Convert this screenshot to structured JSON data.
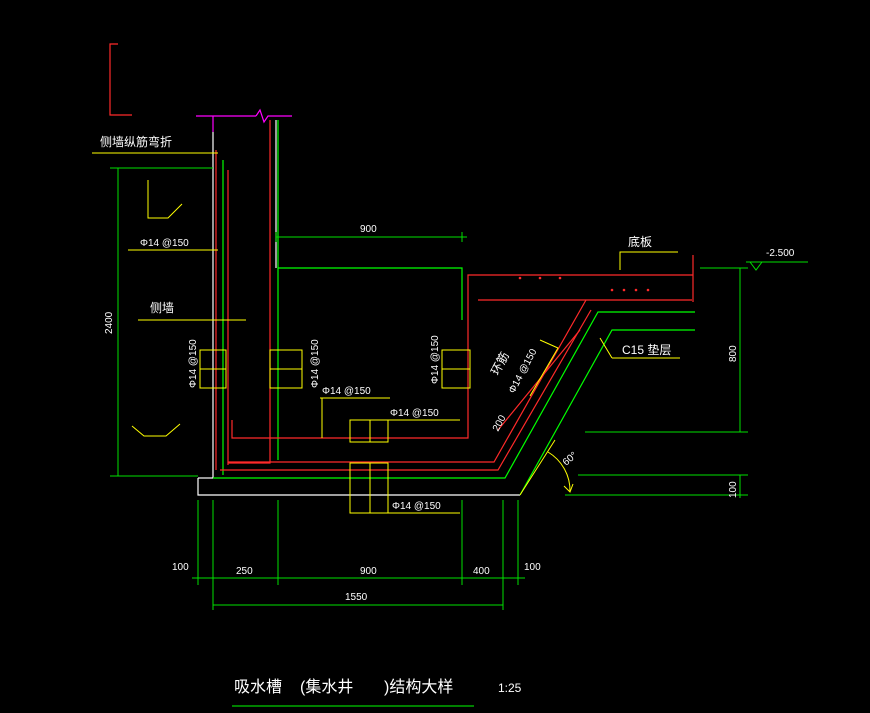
{
  "colors": {
    "background": "#000000",
    "rebar": "#ff2a2a",
    "concrete": "#ffffff",
    "green_line": "#00ff00",
    "dim_line": "#00e000",
    "leader": "#ffff00",
    "magenta": "#ff00ff",
    "text": "#ffffff"
  },
  "labels": {
    "side_wall_bend": "侧墙纵筋弯折",
    "rebar_top_left": "Φ14 @150",
    "side_wall": "侧墙",
    "rebar_v_left": "Φ14 @150",
    "rebar_v_mid": "Φ14 @150",
    "rebar_v_right": "Φ14 @150",
    "rebar_bottom_a": "Φ14 @150",
    "rebar_bottom_b": "Φ14 @150",
    "rebar_bottom_c": "Φ14 @150",
    "base_slab": "底板",
    "elevation": "-2.500",
    "ring_bar": "环筋",
    "ring_bar_spec": "Φ14 @150",
    "cushion": "C15    垫层",
    "dim_200": "200",
    "angle": "60°"
  },
  "dimensions": {
    "top_900": "900",
    "left_2400": "2400",
    "right_800": "800",
    "right_100": "100",
    "bottom_100_left": "100",
    "bottom_250": "250",
    "bottom_900": "900",
    "bottom_400": "400",
    "bottom_100_right": "100",
    "bottom_1550": "1550"
  },
  "title": {
    "part1": "吸水槽",
    "part2": "(集水井",
    "part3": ")结构大样",
    "scale": "1:25"
  }
}
